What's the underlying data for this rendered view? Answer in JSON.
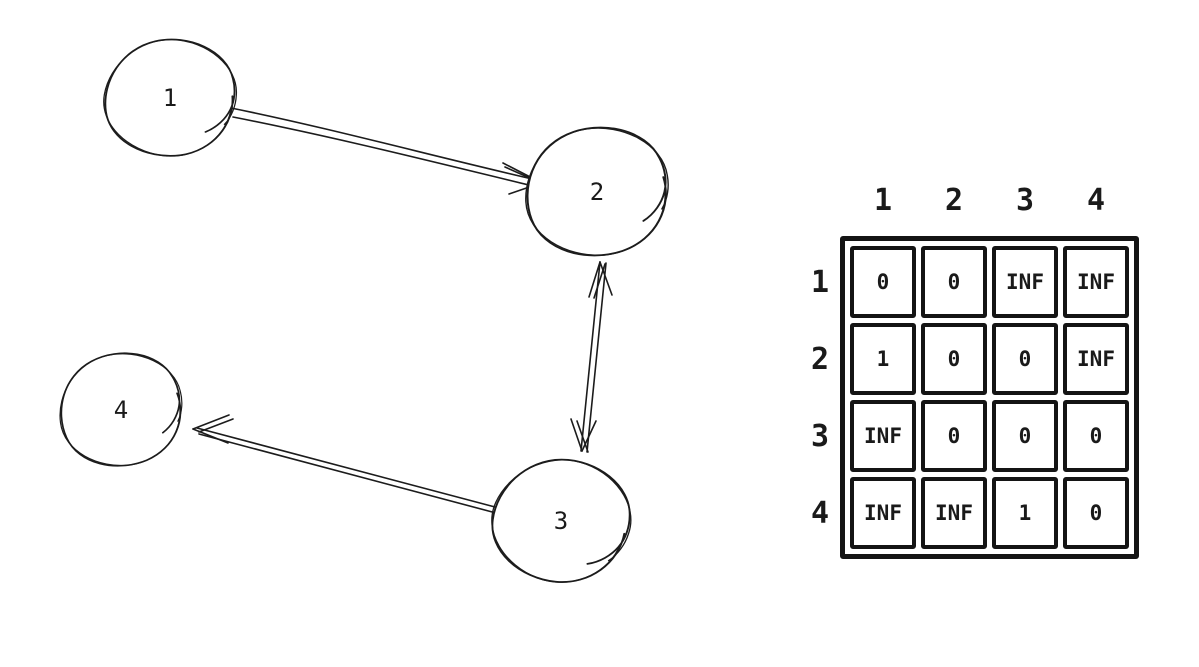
{
  "diagram": {
    "ink_color": "#1c1c1c",
    "background_color": "#ffffff"
  },
  "graph": {
    "nodes": [
      {
        "id": "1",
        "label": "1"
      },
      {
        "id": "2",
        "label": "2"
      },
      {
        "id": "3",
        "label": "3"
      },
      {
        "id": "4",
        "label": "4"
      }
    ],
    "edges": [
      {
        "from": "1",
        "to": "2",
        "type": "directed"
      },
      {
        "from": "2",
        "to": "3",
        "type": "bidirectional"
      },
      {
        "from": "3",
        "to": "4",
        "type": "directed"
      }
    ]
  },
  "matrix": {
    "col_headers": [
      "1",
      "2",
      "3",
      "4"
    ],
    "row_headers": [
      "1",
      "2",
      "3",
      "4"
    ],
    "rows": [
      [
        "0",
        "0",
        "INF",
        "INF"
      ],
      [
        "1",
        "0",
        "0",
        "INF"
      ],
      [
        "INF",
        "0",
        "0",
        "0"
      ],
      [
        "INF",
        "INF",
        "1",
        "0"
      ]
    ]
  }
}
